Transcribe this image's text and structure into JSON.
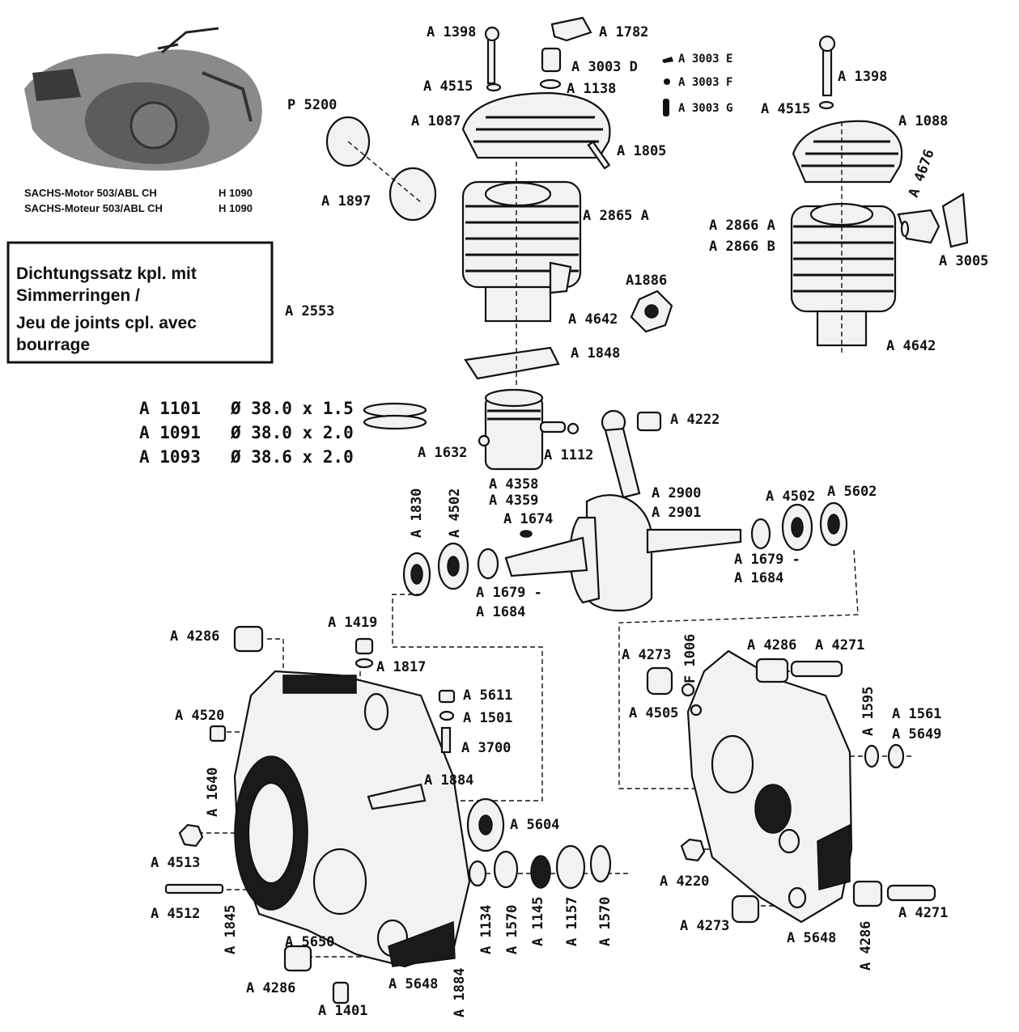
{
  "photo_caption": {
    "line1": "SACHS-Motor 503/ABL CH",
    "line1_code": "H 1090",
    "line2": "SACHS-Moteur 503/ABL CH",
    "line2_code": "H 1090"
  },
  "kit_box": {
    "lines": [
      "Dichtungssatz kpl. mit",
      "Simmerringen /",
      "Jeu de joints cpl. avec",
      "bourrage"
    ],
    "part_no": "A 2553"
  },
  "piston_rings": [
    {
      "part": "A 1101",
      "size": "Ø 38.0 x 1.5"
    },
    {
      "part": "A 1091",
      "size": "Ø 38.0 x 2.0"
    },
    {
      "part": "A 1093",
      "size": "Ø 38.6 x 2.0"
    }
  ],
  "labels": {
    "a1398_left": "A 1398",
    "a1782": "A 1782",
    "a3003d": "A 3003 D",
    "a3003e": "A 3003 E",
    "a3003f": "A 3003 F",
    "a3003g": "A 3003 G",
    "a4515_left": "A 4515",
    "a1138": "A 1138",
    "a1087": "A 1087",
    "p5200": "P 5200",
    "a1805": "A 1805",
    "a1897": "A 1897",
    "a2865a": "A 2865 A",
    "a1886": "A1886",
    "a4642_left": "A 4642",
    "a1848": "A 1848",
    "a1398_right": "A 1398",
    "a4515_right": "A 4515",
    "a1088": "A 1088",
    "a4676": "A 4676",
    "a2866a": "A 2866 A",
    "a2866b": "A 2866 B",
    "a3005": "A 3005",
    "a4642_right": "A 4642",
    "a4222": "A 4222",
    "a1632": "A 1632",
    "a1112": "A 1112",
    "a4358": "A 4358",
    "a4359": "A 4359",
    "a2900": "A 2900",
    "a2901": "A 2901",
    "a1674": "A 1674",
    "a1830": "A 1830",
    "a4502_left": "A 4502",
    "a4502_right": "A 4502",
    "a5602": "A 5602",
    "a1679_left": "A 1679 -",
    "a1684_left": "A 1684",
    "a1679_right": "A 1679 -",
    "a1684_right": "A 1684",
    "a4286_tl": "A 4286",
    "a1419": "A 1419",
    "a1817": "A 1817",
    "a4520": "A 4520",
    "a5611": "A 5611",
    "a1501": "A 1501",
    "a3700": "A 3700",
    "a1640": "A 1640",
    "a1884_mid": "A 1884",
    "a5604": "A 5604",
    "a4513": "A 4513",
    "a4512": "A 4512",
    "a1845": "A 1845",
    "a5650": "A 5650",
    "a4286_bl": "A 4286",
    "a1401": "A 1401",
    "a5648_left": "A 5648",
    "a1884_bottom": "A 1884",
    "a1134": "A 1134",
    "a1570_a": "A 1570",
    "a1145": "A 1145",
    "a1157": "A 1157",
    "a1570_b": "A 1570",
    "a4273_top": "A 4273",
    "f1006": "F 1006",
    "a4286_tr": "A 4286",
    "a4271_top": "A 4271",
    "a4505": "A 4505",
    "a1595": "A 1595",
    "a1561": "A 1561",
    "a5649": "A 5649",
    "a4220": "A 4220",
    "a4273_bottom": "A 4273",
    "a5648_right": "A 5648",
    "a4286_br": "A 4286",
    "a4271_bottom": "A 4271"
  }
}
